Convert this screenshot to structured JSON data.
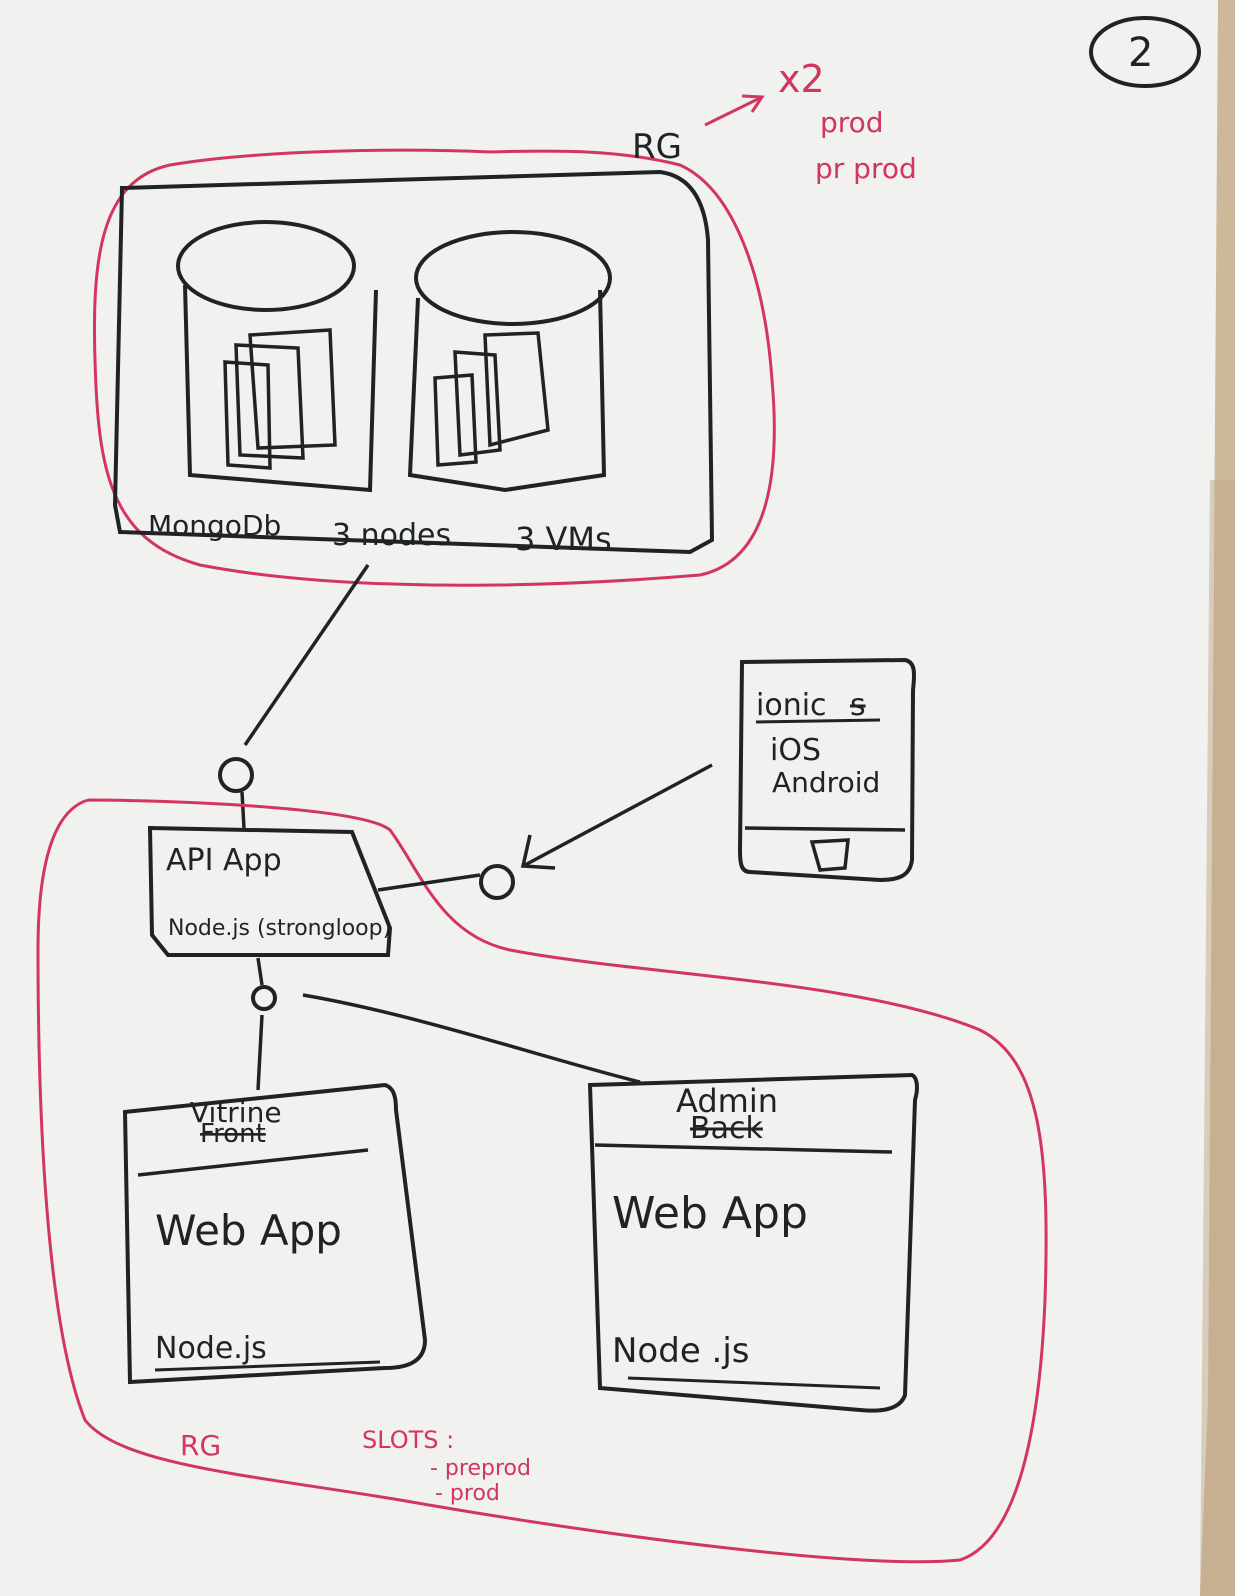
{
  "page": {
    "number": "2",
    "colors": {
      "ink": "#1f2326",
      "marker_red": "#d2365e",
      "paper": "#f1f1ef",
      "wall": "#cdb89a"
    }
  },
  "resource_group_top": {
    "label": "RG",
    "multiplier": "x2",
    "environments": [
      "prod",
      "pr prod"
    ]
  },
  "mongodb": {
    "name": "MongoDb",
    "nodes": "3 nodes",
    "vms": "3 VMs",
    "icons": [
      "database-cylinder-icon",
      "database-cylinder-icon"
    ]
  },
  "api_app": {
    "title": "API App",
    "runtime": "Node.js (strongloop)"
  },
  "mobile": {
    "framework": "ionic",
    "framework_crossed": "s",
    "platforms": [
      "iOS",
      "Android"
    ],
    "icon": "phone-home-button-icon"
  },
  "vitrine_app": {
    "title": "Vitrine",
    "crossed_title": "Front",
    "kind": "Web App",
    "runtime": "Node.js"
  },
  "admin_app": {
    "title": "Admin",
    "crossed_title": "Back",
    "kind": "Web App",
    "runtime": "Node .js"
  },
  "resource_group_bottom": {
    "label": "RG",
    "slots_title": "SLOTS :",
    "slots": [
      "- preprod",
      "- prod"
    ]
  }
}
